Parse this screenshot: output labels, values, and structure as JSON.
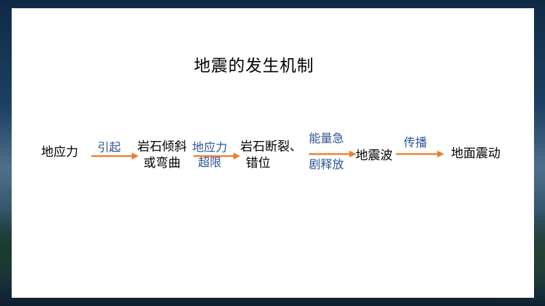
{
  "title": "地震的发生机制",
  "nodes": {
    "n1": "地应力",
    "n2_line1": "岩石倾斜",
    "n2_line2": "或弯曲",
    "n3_line1": "岩石断裂、",
    "n3_line2": "错位",
    "n4": "地震波",
    "n5": "地面震动"
  },
  "edges": {
    "e1": "引起",
    "e2_line1": "地应力",
    "e2_line2": "超限",
    "e3_line1": "能量急",
    "e3_line2": "剧释放",
    "e4": "传播"
  },
  "colors": {
    "arrow": "#ed7d31",
    "edge_label": "#2e5597",
    "node_text": "#000000"
  }
}
